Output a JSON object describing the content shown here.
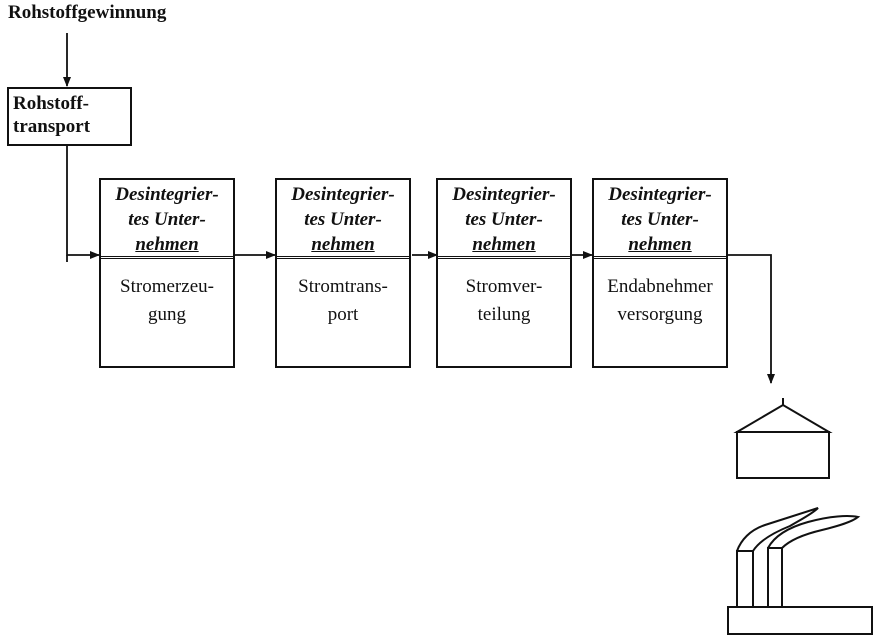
{
  "source": {
    "label": "Rohstoffgewinnung"
  },
  "raw_transport": {
    "line1": "Rohstoff-",
    "line2": "transport"
  },
  "stages": [
    {
      "head": [
        "Desintegrier-",
        "tes Unter-",
        "nehmen"
      ],
      "body": [
        "Stromerzeu-",
        "gung"
      ]
    },
    {
      "head": [
        "Desintegrier-",
        "tes Unter-",
        "nehmen"
      ],
      "body": [
        "Stromtrans-",
        "port"
      ]
    },
    {
      "head": [
        "Desintegrier-",
        "tes Unter-",
        "nehmen"
      ],
      "body": [
        "Stromver-",
        "teilung"
      ]
    },
    {
      "head": [
        "Desintegrier-",
        "tes Unter-",
        "nehmen"
      ],
      "body": [
        "Endabnehmer",
        "versorgung"
      ]
    }
  ],
  "icons": [
    "house-icon",
    "factory-icon"
  ]
}
